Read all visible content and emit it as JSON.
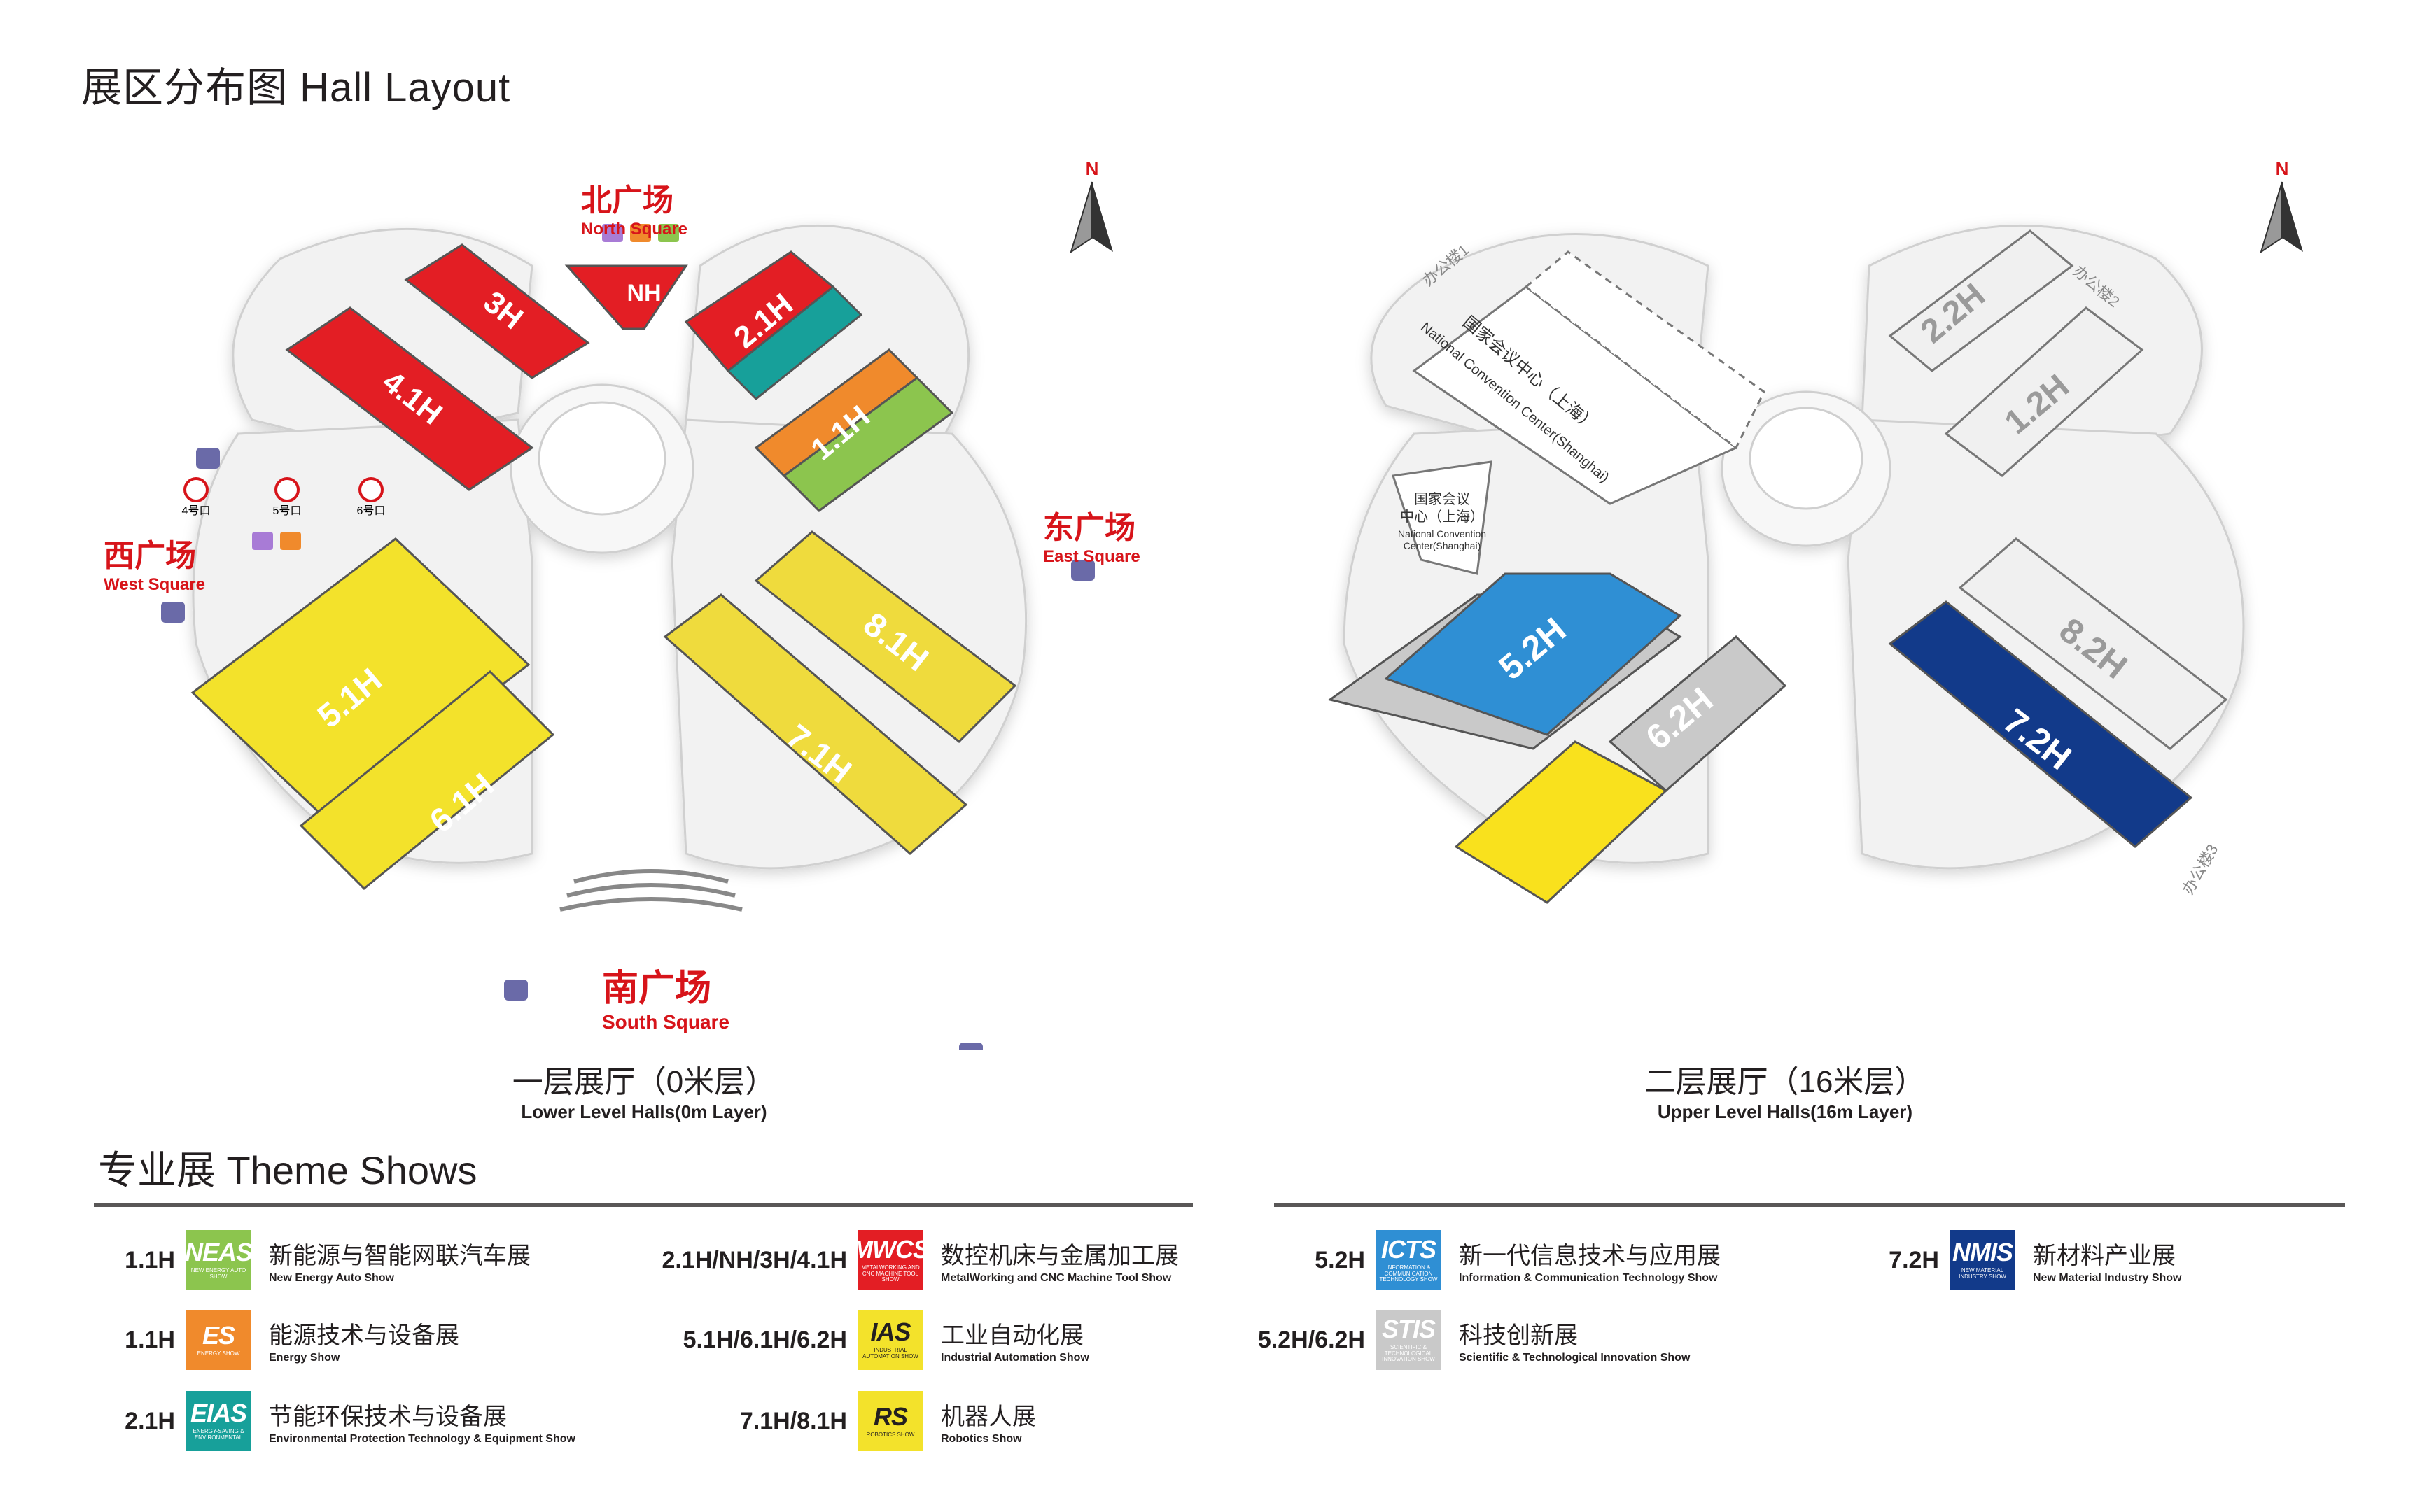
{
  "page_title": "展区分布图 Hall Layout",
  "colors": {
    "red": "#e31e24",
    "teal": "#17a09a",
    "orange": "#f08a2c",
    "green": "#8cc54e",
    "yellow": "#f3e22b",
    "light_blue": "#2f8fd4",
    "navy": "#123a8a",
    "grey_hall": "#c9c9c9",
    "square_red": "#d7141a"
  },
  "lower_level": {
    "caption_cn": "一层展厅（0米层）",
    "caption_en": "Lower Level Halls(0m Layer)",
    "halls": [
      "NH",
      "3H",
      "4.1H",
      "2.1H",
      "1.1H",
      "5.1H",
      "6.1H",
      "7.1H",
      "8.1H"
    ],
    "squares": {
      "north": {
        "cn": "北广场",
        "en": "North Square"
      },
      "west": {
        "cn": "西广场",
        "en": "West Square"
      },
      "east": {
        "cn": "东广场",
        "en": "East Square"
      },
      "south": {
        "cn": "南广场",
        "en": "South Square"
      }
    },
    "gates": [
      "4号口",
      "5号口",
      "6号口"
    ],
    "compass": "N"
  },
  "upper_level": {
    "caption_cn": "二层展厅（16米层）",
    "caption_en": "Upper Level Halls(16m Layer)",
    "halls": [
      "2.2H",
      "1.2H",
      "5.2H",
      "6.2H",
      "8.2H",
      "7.2H"
    ],
    "ncc_cn": "国家会议中心（上海）",
    "ncc_en": "National Convention Center(Shanghai)",
    "ncc_small_cn_1": "国家会议",
    "ncc_small_cn_2": "中心（上海）",
    "ncc_small_en_1": "National Convention",
    "ncc_small_en_2": "Center(Shanghai)",
    "office_1": "办公楼1",
    "office_2": "办公楼2",
    "office_3": "办公楼3",
    "compass": "N"
  },
  "theme_shows_title": "专业展 Theme Shows",
  "theme_shows": [
    {
      "code": "1.1H",
      "logo": "NEAS",
      "logo_sub": "NEW ENERGY AUTO SHOW",
      "color": "#8cc54e",
      "cn": "新能源与智能网联汽车展",
      "en": "New Energy Auto Show"
    },
    {
      "code": "1.1H",
      "logo": "ES",
      "logo_sub": "ENERGY SHOW",
      "color": "#f08a2c",
      "cn": "能源技术与设备展",
      "en": "Energy Show"
    },
    {
      "code": "2.1H",
      "logo": "EIAS",
      "logo_sub": "ENERGY-SAVING & ENVIRONMENTAL",
      "color": "#17a09a",
      "cn": "节能环保技术与设备展",
      "en": "Environmental Protection Technology & Equipment Show"
    },
    {
      "code": "2.1H/NH/3H/4.1H",
      "logo": "MWCS",
      "logo_sub": "METALWORKING AND CNC MACHINE TOOL SHOW",
      "color": "#e31e24",
      "cn": "数控机床与金属加工展",
      "en": "MetalWorking and CNC Machine Tool Show"
    },
    {
      "code": "5.1H/6.1H/6.2H",
      "logo": "IAS",
      "logo_sub": "INDUSTRIAL AUTOMATION SHOW",
      "color": "#f3e22b",
      "cn": "工业自动化展",
      "en": "Industrial Automation Show"
    },
    {
      "code": "7.1H/8.1H",
      "logo": "RS",
      "logo_sub": "ROBOTICS SHOW",
      "color": "#f3e22b",
      "cn": "机器人展",
      "en": "Robotics Show"
    },
    {
      "code": "5.2H",
      "logo": "ICTS",
      "logo_sub": "INFORMATION & COMMUNICATION TECHNOLOGY SHOW",
      "color": "#2f8fd4",
      "cn": "新一代信息技术与应用展",
      "en": "Information & Communication Technology Show"
    },
    {
      "code": "5.2H/6.2H",
      "logo": "STIS",
      "logo_sub": "SCIENTIFIC & TECHNOLOGICAL INNOVATION SHOW",
      "color": "#c9c9c9",
      "cn": "科技创新展",
      "en": "Scientific & Technological Innovation Show"
    },
    {
      "code": "7.2H",
      "logo": "NMIS",
      "logo_sub": "NEW MATERIAL INDUSTRY SHOW",
      "color": "#123a8a",
      "cn": "新材料产业展",
      "en": "New Material Industry Show"
    }
  ]
}
